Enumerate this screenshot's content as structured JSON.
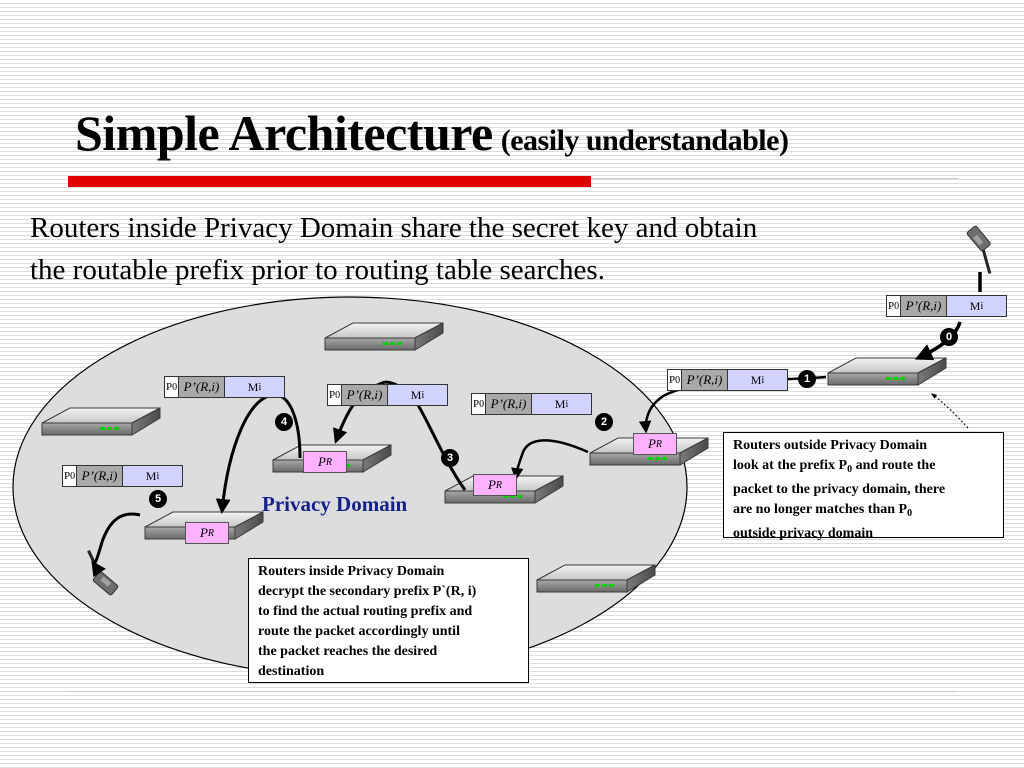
{
  "slide": {
    "title": "Simple Architecture",
    "subtitle": "(easily understandable)",
    "intro_line1": "Routers inside Privacy Domain share the secret key and obtain",
    "intro_line2": "the routable prefix prior to routing table searches."
  },
  "diagram": {
    "domain_label": "Privacy Domain",
    "packet_fields": {
      "p0": "P",
      "p0_sub": "0",
      "prefix": "P’(R,i)",
      "message": "M",
      "message_sub": "i"
    },
    "router_prefix": {
      "main": "P",
      "sub": "R"
    },
    "steps": [
      "0",
      "1",
      "2",
      "3",
      "4",
      "5"
    ],
    "note_outside": {
      "line1": "Routers outside Privacy Domain",
      "line2_pre": "look at the prefix P",
      "line2_sub": "0",
      "line2_post": " and route the",
      "line3": "packet to the privacy domain, there",
      "line4_pre": "are no longer matches than P",
      "line4_sub": "0",
      "line5": "outside privacy domain"
    },
    "note_inside": {
      "lines": [
        "Routers inside Privacy Domain",
        "decrypt the secondary prefix P`(R, i)",
        "to find the actual routing prefix and",
        "route the packet accordingly until",
        "the packet reaches the desired",
        "destination"
      ]
    }
  }
}
